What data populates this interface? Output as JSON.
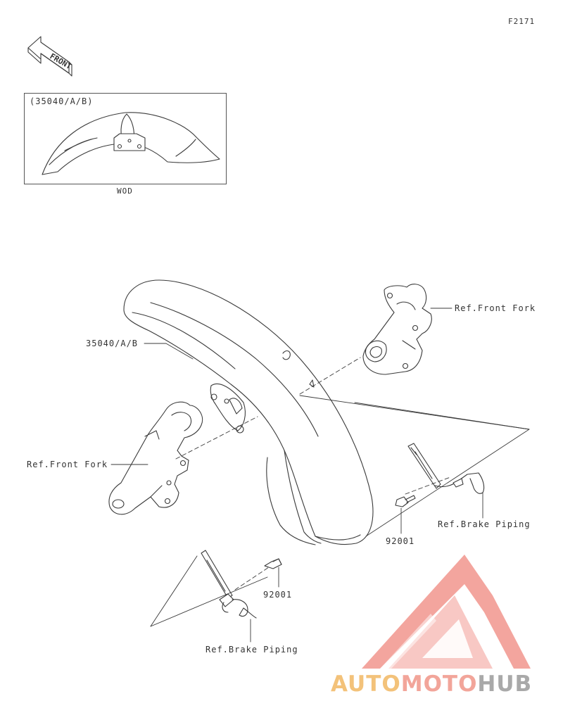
{
  "figure_code": "F2171",
  "direction_label": "FRONT",
  "inset": {
    "label": "(35040/A/B)",
    "caption": "WOD"
  },
  "callouts": {
    "fender_part": "35040/A/B",
    "front_fork_right": "Ref.Front Fork",
    "front_fork_left": "Ref.Front Fork",
    "bolt_right": "92001",
    "brake_piping_right": "Ref.Brake Piping",
    "bolt_left": "92001",
    "brake_piping_left": "Ref.Brake Piping"
  },
  "watermark": {
    "part1": "AUTO",
    "part2": "MOTO",
    "part3": "HUB",
    "colors": [
      "#f3c27a",
      "#f2a59a",
      "#a9a9a9",
      "#f29b93"
    ]
  }
}
